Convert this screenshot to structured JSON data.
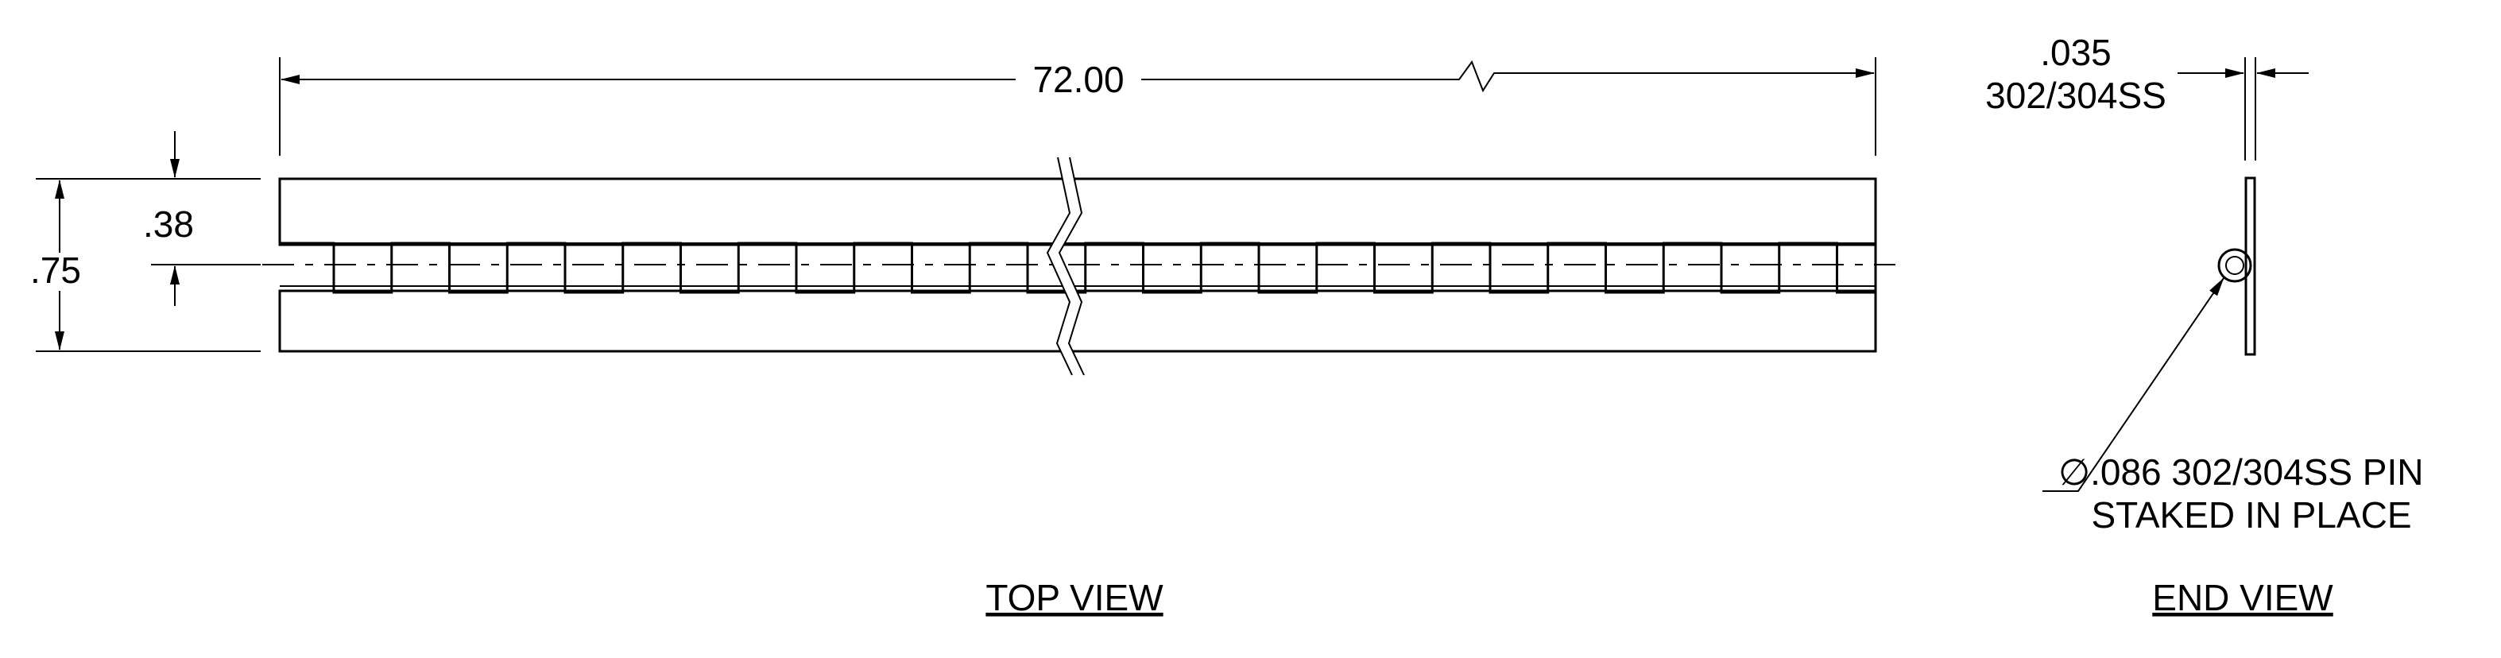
{
  "top_view": {
    "title": "TOP VIEW",
    "length_dim": "72.00",
    "width_dim": ".75",
    "pin_offset_dim": ".38"
  },
  "end_view": {
    "title": "END VIEW",
    "thickness_dim": ".035",
    "thickness_material": "302/304SS",
    "pin_note_symbol": "∅",
    "pin_note_line1": ".086 302/304SS PIN",
    "pin_note_line2": "STAKED IN PLACE"
  }
}
